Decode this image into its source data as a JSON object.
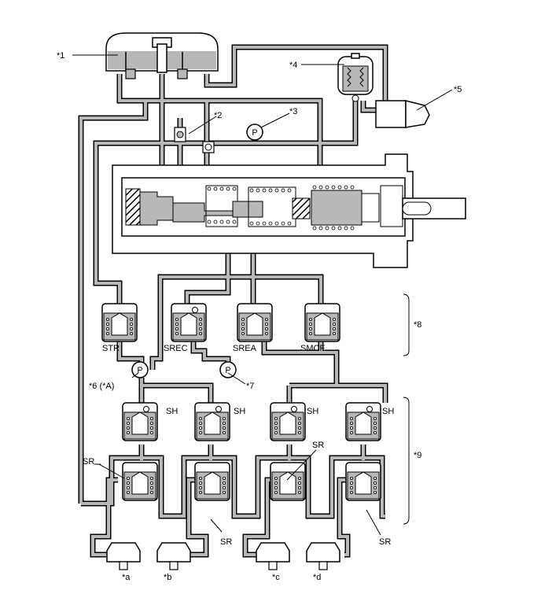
{
  "labels": {
    "c1": "*1",
    "c2": "*2",
    "c3": "*3",
    "c4": "*4",
    "c5": "*5",
    "c6": "*6 (*A)",
    "c7": "*7",
    "c8": "*8",
    "c9": "*9",
    "ca": "*a",
    "cb": "*b",
    "cc": "*c",
    "cd": "*d"
  },
  "pump_symbol": "P",
  "valves": {
    "str": "STR",
    "srec": "SREC",
    "srea": "SREA",
    "smcf": "SMCF",
    "sh": "SH",
    "sr": "SR"
  }
}
